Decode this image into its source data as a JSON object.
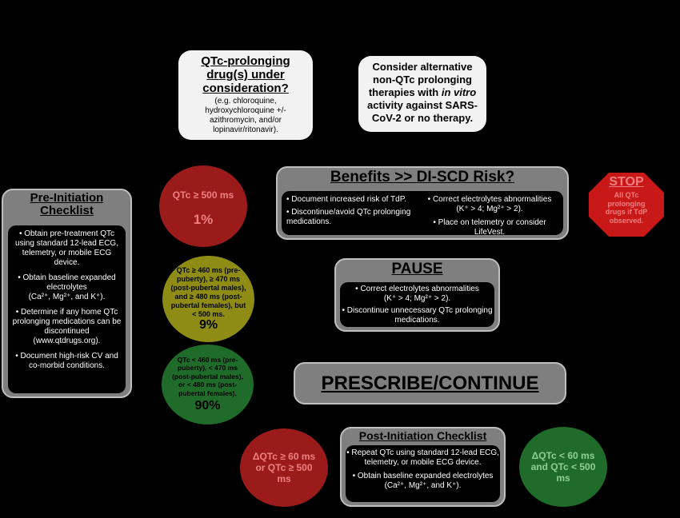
{
  "question_box": {
    "title": "QTc-prolonging drug(s) under consideration?",
    "examples": "(e.g. chloroquine, hydroxychloroquine +/- azithromycin, and/or lopinavir/ritonavir)."
  },
  "alternative_box": {
    "text_before": "Consider alternative non-QTc prolonging therapies with ",
    "text_italic": "in vitro",
    "text_after": " activity against SARS-CoV-2 or no therapy."
  },
  "pre_checklist": {
    "title": "Pre-Initiation Checklist",
    "items": [
      "Obtain pre-treatment QTc using standard 12-lead ECG, telemetry, or mobile ECG device.",
      "Obtain baseline expanded electrolytes",
      "Determine if any home QTc prolonging medications can be discontinued (www.qtdrugs.org).",
      "Document high-risk CV and co-morbid conditions."
    ],
    "electrolytes_line": "(Ca²⁺, Mg²⁺, and K⁺)."
  },
  "red_circle": {
    "label": "QTc ≥ 500 ms",
    "pct": "1%"
  },
  "yellow_circle": {
    "label": "QTc ≥ 460 ms (pre-puberty), ≥ 470 ms (post-pubertal males), and ≥ 480 ms (post-pubertal females), but < 500 ms.",
    "pct": "9%"
  },
  "green_circle": {
    "label": "QTc < 460 ms (pre-puberty), < 470 ms (post-pubertal males), or < 480 ms (post-pubertal females).",
    "pct": "90%"
  },
  "benefits_box": {
    "title": "Benefits >> DI-SCD Risk?",
    "left_items": [
      "Document increased risk of TdP.",
      "Discontinue/avoid QTc prolonging medications."
    ],
    "right_items": [
      "Correct electrolytes abnormalities",
      "Place on telemetry or consider LifeVest."
    ],
    "right_sub": "(K⁺ > 4; Mg²⁺ > 2)."
  },
  "stop_sign": {
    "title": "STOP",
    "text": "All QTc prolonging drugs if TdP observed."
  },
  "pause_box": {
    "title": "PAUSE",
    "items": [
      "Correct electrolytes abnormalities",
      "Discontinue unnecessary QTc prolonging medications."
    ],
    "sub": "(K⁺ > 4; Mg²⁺ > 2)."
  },
  "prescribe_box": {
    "title": "PRESCRIBE/CONTINUE"
  },
  "post_checklist": {
    "title": "Post-Initiation Checklist",
    "items": [
      "Repeat QTc using standard 12-lead ECG, telemetry, or mobile ECG device.",
      "Obtain baseline expanded electrolytes (Ca²⁺, Mg²⁺, and K⁺)."
    ]
  },
  "post_red_circle": {
    "label": "ΔQTc ≥ 60 ms or QTc ≥ 500 ms"
  },
  "post_green_circle": {
    "label": "ΔQTc < 60 ms and QTc < 500 ms"
  },
  "colors": {
    "red": "#9b1b1b",
    "yellow": "#8f8c16",
    "green": "#1f6b2a",
    "stop_red": "#c91818",
    "grey": "#7f7f7f"
  }
}
